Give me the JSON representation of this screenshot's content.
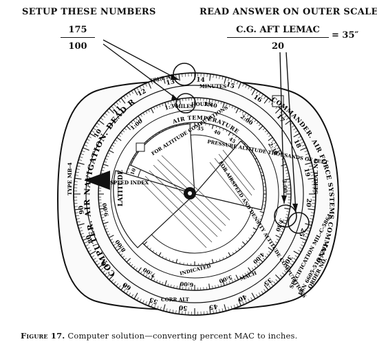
{
  "header": {
    "left_label": "SETUP THESE NUMBERS",
    "left_numerator": "175",
    "left_denominator": "100",
    "right_label": "READ ANSWER ON OUTER SCALE",
    "right_numerator": "C.G. AFT LEMAC",
    "right_denominator": "20",
    "right_result": "= 35″"
  },
  "dial": {
    "rim_left": "COMPUTER. AIR NAVIGATION. DEAD RECKONING",
    "rim_type": "TYPE MB-4",
    "rim_right": "COMMANDER. AIR FORCE SYSTEMS COMMAND",
    "rim_spec": "SPECIFICATION MIL-C-5864",
    "rim_fsn": "FSN 6605-516-3292",
    "rim_order": "ORDER NO.",
    "serial": "SERIAL NO",
    "air_temperature": "AIR TEMPERATURE",
    "pressure_altitude": "PRESSURE ALTITUDE THOUSANDS OF FEET",
    "for_altitude": "FOR ALTITUDE COMPUTATIONS",
    "density_altitude": "FOR AIRSPEED AND DENSITY ALTITUDE COMPUTATIONS",
    "latitude": "LATITUDE",
    "miles": "MILES",
    "minutes": "MINUTES",
    "hours": "HOURS",
    "true_as": "TRUE AS",
    "true_ias": "TRUE IAS",
    "mach": "MACH",
    "corr_alt": "CORR ALT",
    "speed_index": "SPEED INDEX",
    "indicated": "INDICATED",
    "hours_mark": "HOURS",
    "outer_numbers": [
      "10",
      "11",
      "12",
      "13",
      "14",
      "15",
      "16",
      "17",
      "18",
      "19",
      "20",
      "25",
      "30",
      "35",
      "40",
      "45",
      "50",
      "55",
      "60",
      "70",
      "80",
      "90"
    ],
    "inner_times": [
      "1:00",
      "1:30",
      "1:40",
      "2:00",
      "2:30",
      "3:00",
      "3:30",
      "4:00",
      "5:00",
      "6:00",
      "7:00",
      "8:00",
      "9:00"
    ],
    "hour_numbers": [
      "25",
      "30",
      "35",
      "40",
      "45",
      "50",
      "55",
      "60",
      "70",
      "80",
      "90"
    ],
    "alt_numbers": [
      "10",
      "15",
      "20",
      "25",
      "30",
      "35",
      "40",
      "45",
      "50"
    ],
    "temp_numbers": [
      "+10",
      "0",
      "-10",
      "-20",
      "-30",
      "-40",
      "-50",
      "+20",
      "+30"
    ]
  },
  "caption": {
    "figure": "Figure 17.",
    "text": " Computer solution—converting percent MAC to inches."
  }
}
